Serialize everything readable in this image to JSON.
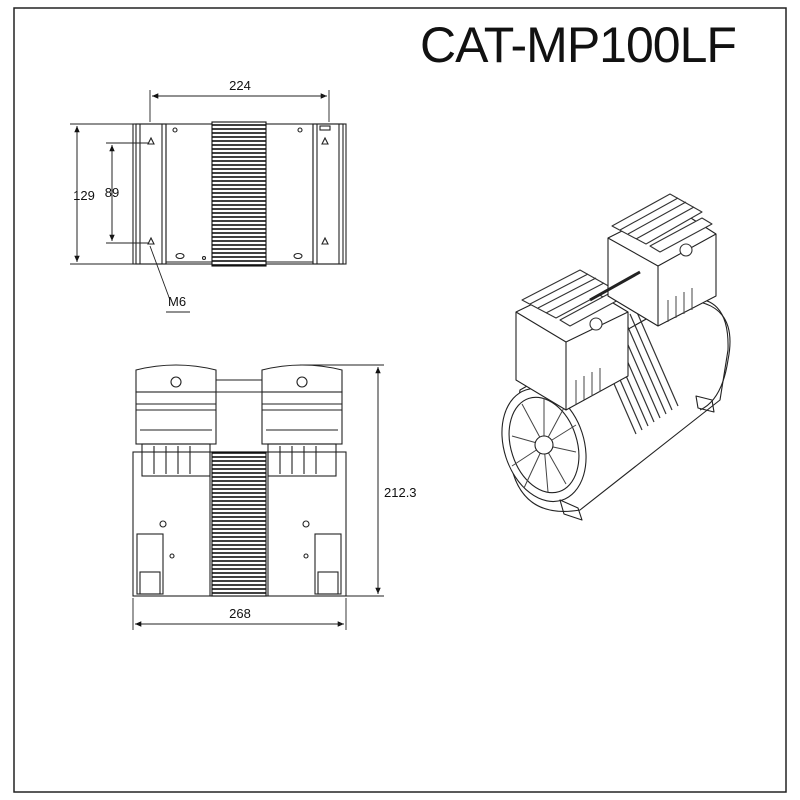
{
  "title": "CAT-MP100LF",
  "top_view": {
    "width_dim": "224",
    "height_dim": "129",
    "inner_dim": "89",
    "thread_label": "M6"
  },
  "front_view": {
    "height_dim": "212.3",
    "width_dim": "268"
  }
}
